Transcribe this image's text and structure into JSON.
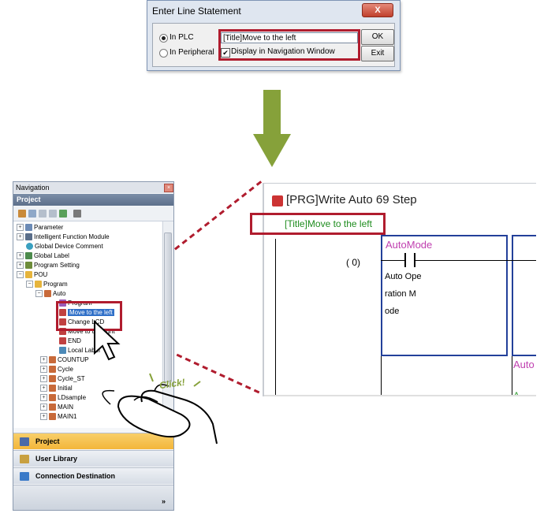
{
  "dialog": {
    "title": "Enter Line Statement",
    "close_glyph": "X",
    "radio_plc": "In PLC",
    "radio_peripheral": "In Peripheral",
    "statement_value": "[Title]Move to the left",
    "checkbox_label": "Display in Navigation Window",
    "checkbox_checked": "✔",
    "ok_label": "OK",
    "exit_label": "Exit"
  },
  "navigation": {
    "header": "Navigation",
    "close_glyph": "×",
    "project_bar": "Project",
    "tree": [
      {
        "label": "Parameter"
      },
      {
        "label": "Intelligent Function Module"
      },
      {
        "label": "Global Device Comment"
      },
      {
        "label": "Global Label"
      },
      {
        "label": "Program Setting"
      },
      {
        "label": "POU"
      },
      {
        "label": "Program"
      },
      {
        "label": "Auto"
      },
      {
        "label": "Program"
      },
      {
        "label": "Move to the left"
      },
      {
        "label": "Change LCD"
      },
      {
        "label": "Move to the right"
      },
      {
        "label": "END"
      },
      {
        "label": "Local Label"
      },
      {
        "label": "COUNTUP"
      },
      {
        "label": "Cycle"
      },
      {
        "label": "Cycle_ST"
      },
      {
        "label": "Initial"
      },
      {
        "label": "LDsample"
      },
      {
        "label": "MAIN"
      },
      {
        "label": "MAIN1"
      }
    ],
    "tabs": {
      "project": "Project",
      "user_library": "User Library",
      "connection_destination": "Connection Destination",
      "more_glyph": "»"
    }
  },
  "zoom": {
    "window_title": "[PRG]Write Auto 69 Step",
    "statement": "[Title]Move to the left",
    "step_number": "(     0)",
    "contact_device": "AutoMode",
    "comment_lines": [
      "Auto Ope",
      "ration M",
      "ode"
    ],
    "right_label_1": "Auto",
    "right_label_2": "A"
  },
  "annotation": {
    "click_text": "Click!"
  },
  "colors": {
    "highlight_red": "#b01c2e",
    "arrow_green": "#86a13a",
    "statement_green": "#1e8c1e",
    "device_magenta": "#c040b0",
    "ladder_blue": "#23409a",
    "project_tab_orange": "#f3b63a"
  }
}
